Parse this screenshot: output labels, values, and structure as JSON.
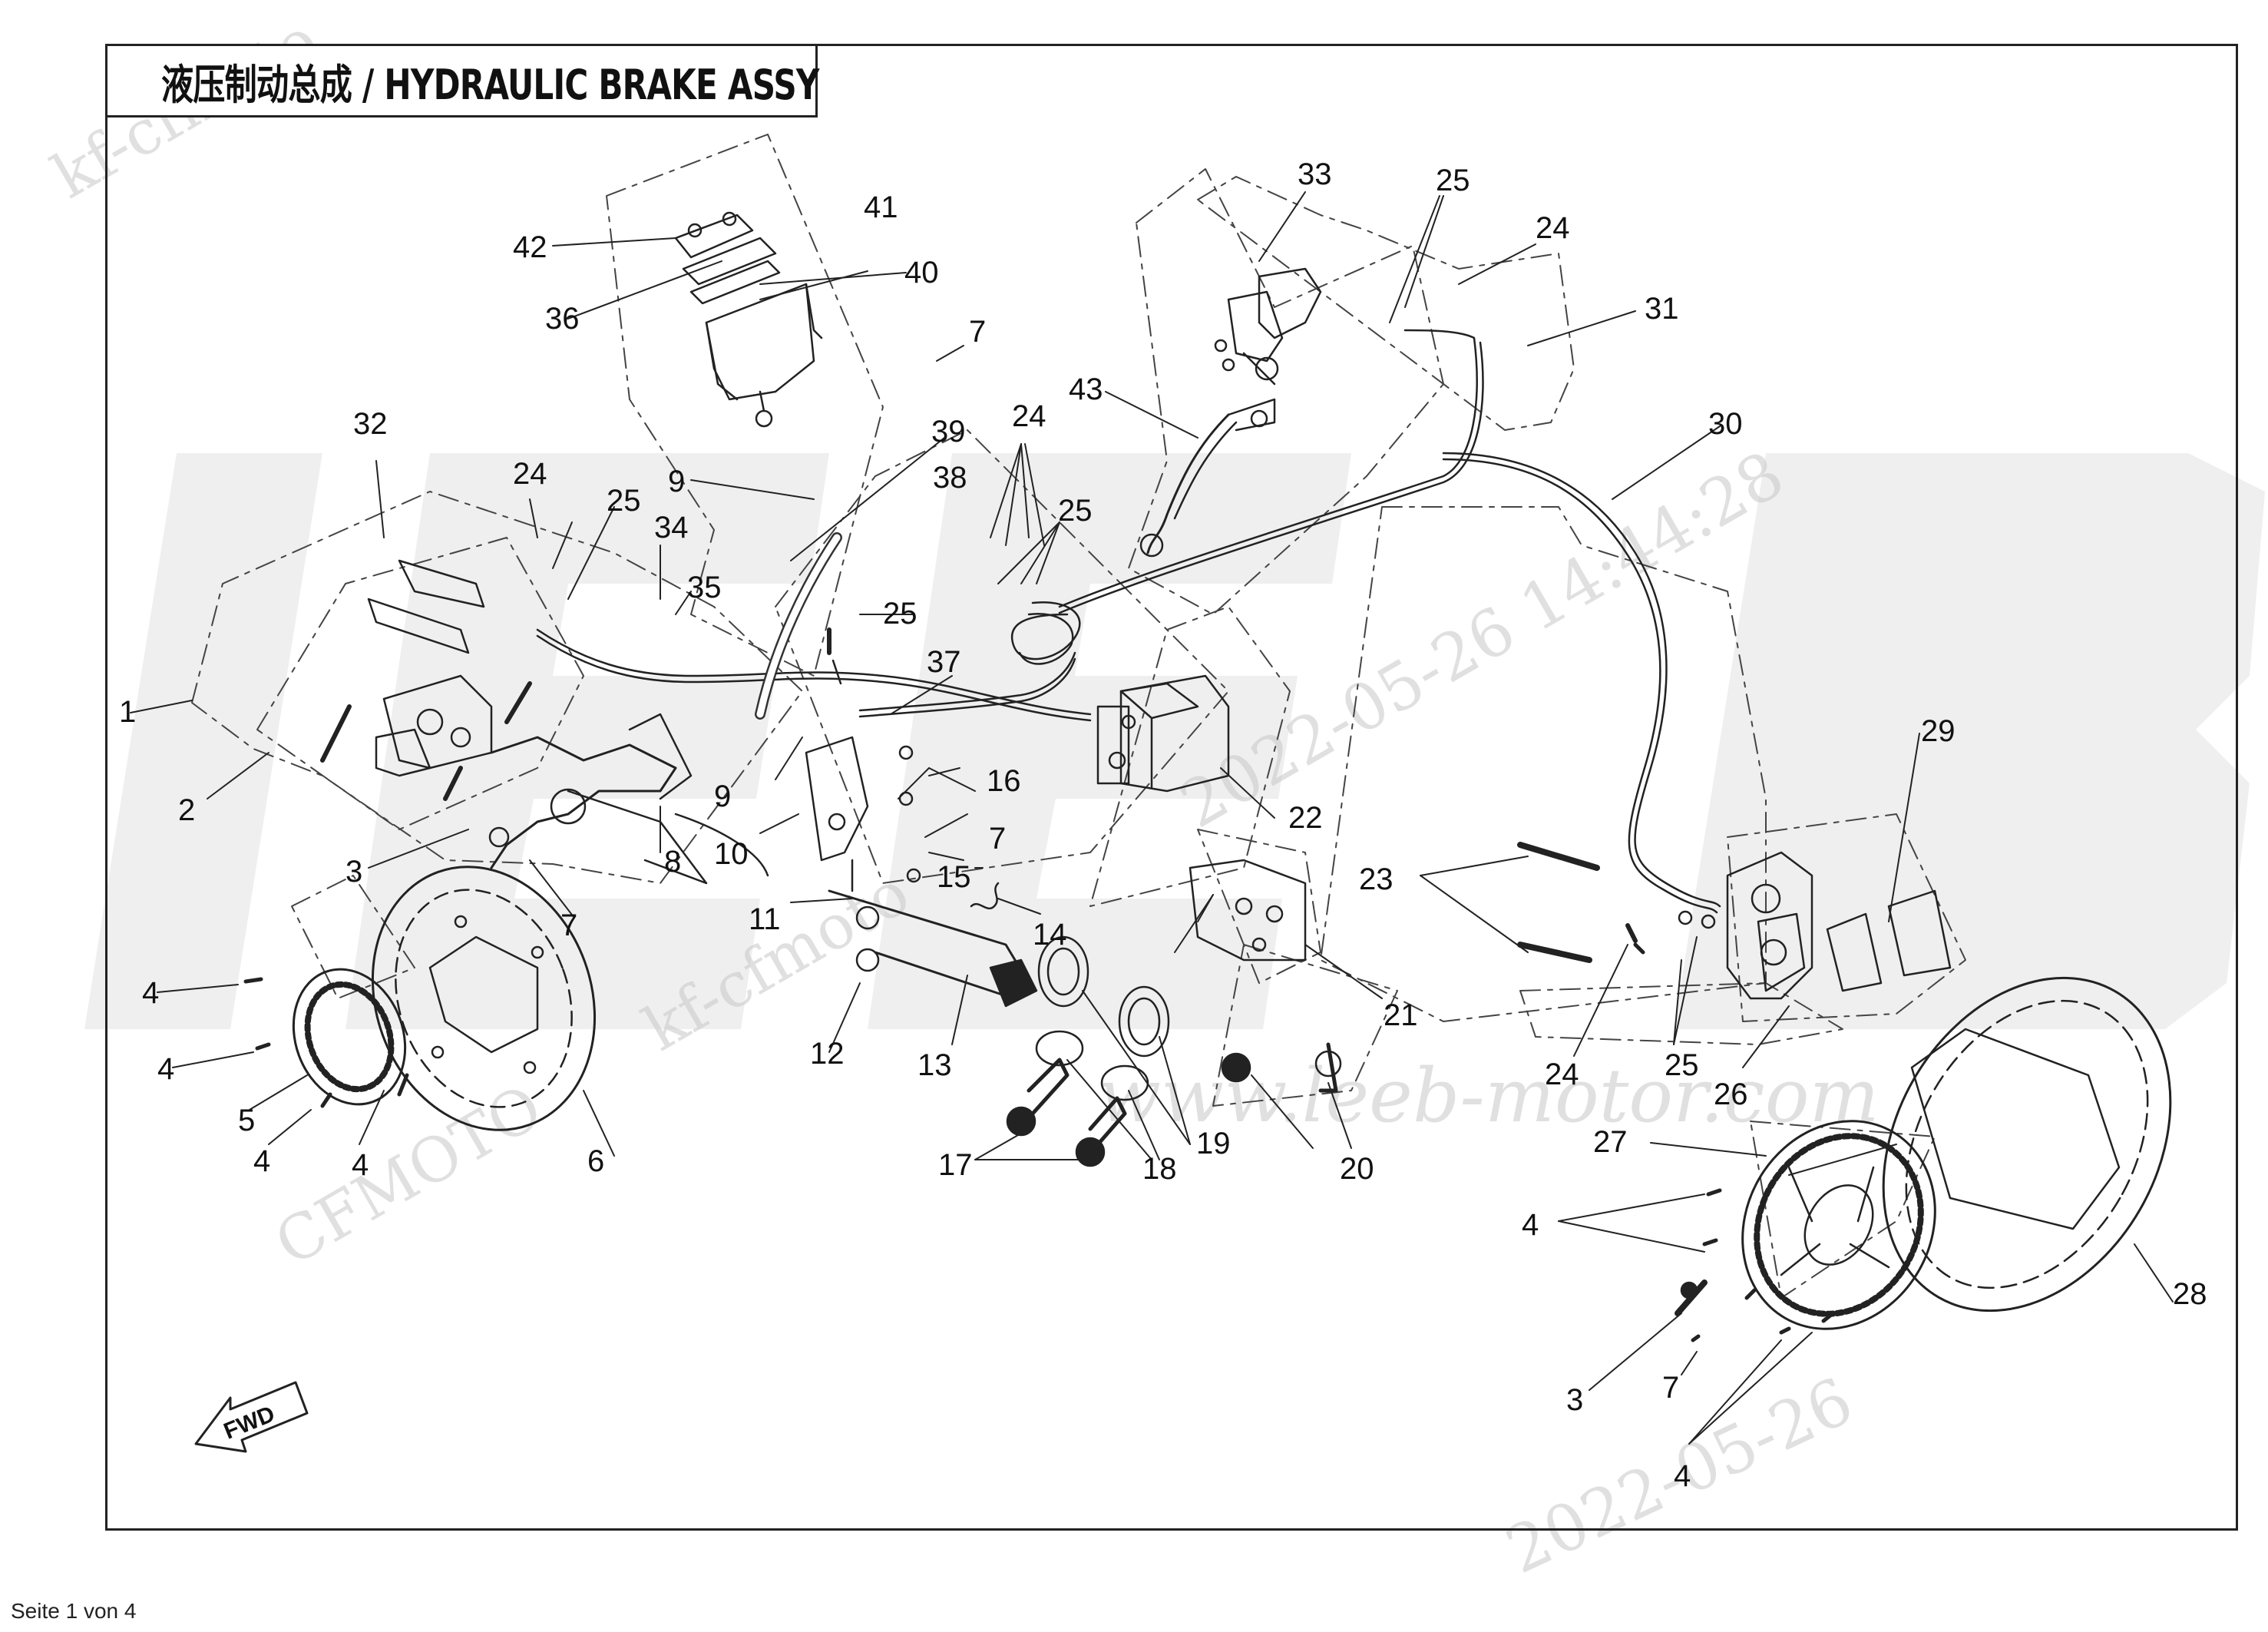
{
  "title": "液压制动总成 / HYDRAULIC BRAKE ASSY",
  "footer": "Seite 1 von 4",
  "watermarks": {
    "brand_letters": "LEEB",
    "site": "www.leeb-motor.com",
    "dealer_1": "kf-cfmoto",
    "dealer_2": "kf-cfmoto",
    "maker": "CFMOTO",
    "date_1": "2022-05-26 14:44:28",
    "date_2": "2022-05-26"
  },
  "fwd_label": "FWD",
  "callouts": [
    "1",
    "2",
    "3",
    "4",
    "4",
    "4",
    "4",
    "5",
    "6",
    "7",
    "8",
    "32",
    "24",
    "25",
    "34",
    "35",
    "42",
    "36",
    "41",
    "40",
    "7",
    "39",
    "9",
    "9",
    "10",
    "11",
    "12",
    "13",
    "14",
    "15",
    "7",
    "16",
    "37",
    "25",
    "38",
    "24",
    "25",
    "43",
    "33",
    "25",
    "24",
    "31",
    "30",
    "22",
    "21",
    "23",
    "24",
    "25",
    "26",
    "29",
    "27",
    "4",
    "3",
    "7",
    "4",
    "28",
    "17",
    "18",
    "19",
    "20"
  ],
  "colors": {
    "ink": "#222222",
    "watermark": "#e6e6e6"
  }
}
